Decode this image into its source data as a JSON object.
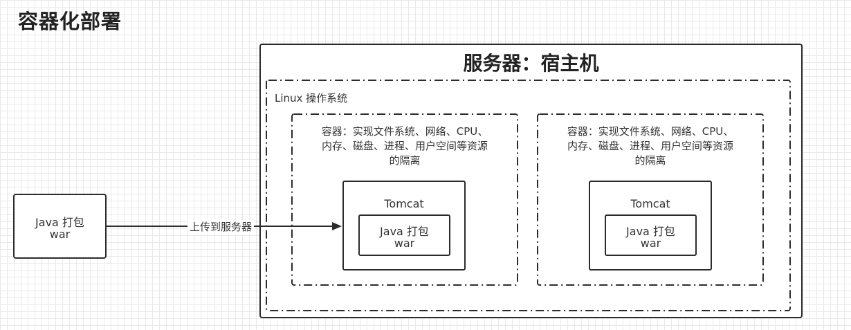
{
  "page": {
    "title": "容器化部署"
  },
  "server": {
    "title": "服务器：宿主机",
    "os_label": "Linux 操作系统"
  },
  "containers": [
    {
      "desc_line1": "容器：实现文件系统、网络、CPU、",
      "desc_line2": "内存、磁盘、进程、用户空间等资源",
      "desc_line3": "的隔离",
      "tomcat": "Tomcat",
      "app_title": "Java 打包",
      "app_sub": "war"
    },
    {
      "desc_line1": "容器：实现文件系统、网络、CPU、",
      "desc_line2": "内存、磁盘、进程、用户空间等资源",
      "desc_line3": "的隔离",
      "tomcat": "Tomcat",
      "app_title": "Java 打包",
      "app_sub": "war"
    }
  ],
  "local": {
    "title": "Java 打包",
    "sub": "war"
  },
  "arrow": {
    "label": "上传到服务器"
  }
}
